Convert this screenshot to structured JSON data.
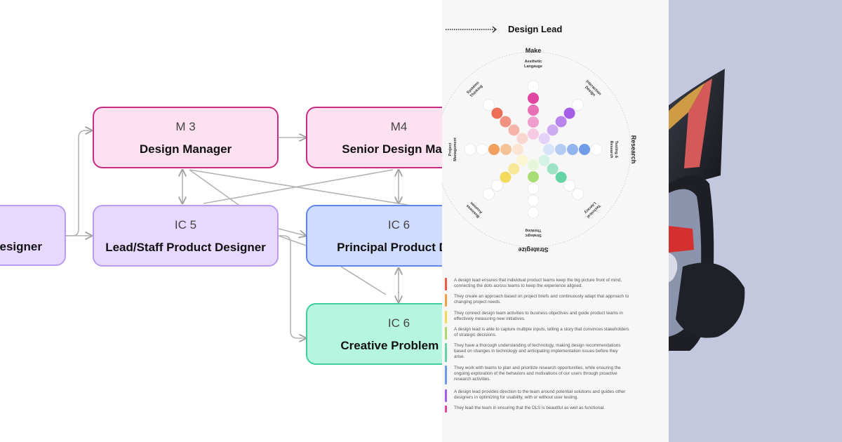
{
  "career_diagram": {
    "nodes": [
      {
        "id": "designer",
        "level": "",
        "title": "esigner",
        "color": "purple"
      },
      {
        "id": "m3",
        "level": "M 3",
        "title": "Design Manager",
        "color": "pink"
      },
      {
        "id": "m4",
        "level": "M4",
        "title": "Senior Design Mana",
        "color": "pink"
      },
      {
        "id": "ic5",
        "level": "IC 5",
        "title": "Lead/Staff Product Designer",
        "color": "purple"
      },
      {
        "id": "ic6a",
        "level": "IC 6",
        "title": "Principal Product Des",
        "color": "blue"
      },
      {
        "id": "ic6b",
        "level": "IC 6",
        "title": "Creative Problem So",
        "color": "teal"
      }
    ]
  },
  "design_lead": {
    "title": "Design Lead",
    "competency_wheel": {
      "quadrants": [
        "Make",
        "Research",
        "Strategize"
      ],
      "axes": [
        "Aesthetic Langauge",
        "Interaction Design",
        "Testing & Research",
        "Technical Literacy",
        "Strategic Thinking",
        "Business Acumen",
        "Project Management",
        "Systems Thinking"
      ],
      "colors": [
        "#e0459f",
        "#a35de6",
        "#6f9be8",
        "#64d3a5",
        "#a9dd75",
        "#f2da5c",
        "#f0a05c",
        "#ec6e57"
      ],
      "filled": [
        4,
        4,
        4,
        3,
        2,
        3,
        3,
        4
      ]
    },
    "descriptions": [
      {
        "color": "#ec5a4a",
        "text": "A design lead ensures that individual product teams keep the big picture front of mind, connecting the dots across teams to keep the experience aligned."
      },
      {
        "color": "#f0a048",
        "text": "They create an approach based on project briefs and continuously adapt that approach to changing project needs."
      },
      {
        "color": "#f2da55",
        "text": "They connect design team activities to business objectives and guide product teams in effectively measuring new initiatives."
      },
      {
        "color": "#a8da70",
        "text": "A design lead is able to capture multiple inputs, telling a story that convinces stakeholders of strategic decisions."
      },
      {
        "color": "#64d3a5",
        "text": "They have a thorough understanding of technology, making design recommendations based on changes in technology and anticipating implementation issues before they arise."
      },
      {
        "color": "#6f9be8",
        "text": "They work with teams to plan and prioritize research opportunities, while ensuring the ongoing exploration of the behaviors and motivations of our users through proactive research activities."
      },
      {
        "color": "#a35de6",
        "text": "A design lead provides direction to the team around potential solutions and guides other designers in optimizing for usability, with or without user testing."
      },
      {
        "color": "#e0459f",
        "text": "They lead the team in ensuring that the DLS is beautiful as well as functional."
      }
    ]
  },
  "decoration": {
    "background": "#c4c8df"
  }
}
